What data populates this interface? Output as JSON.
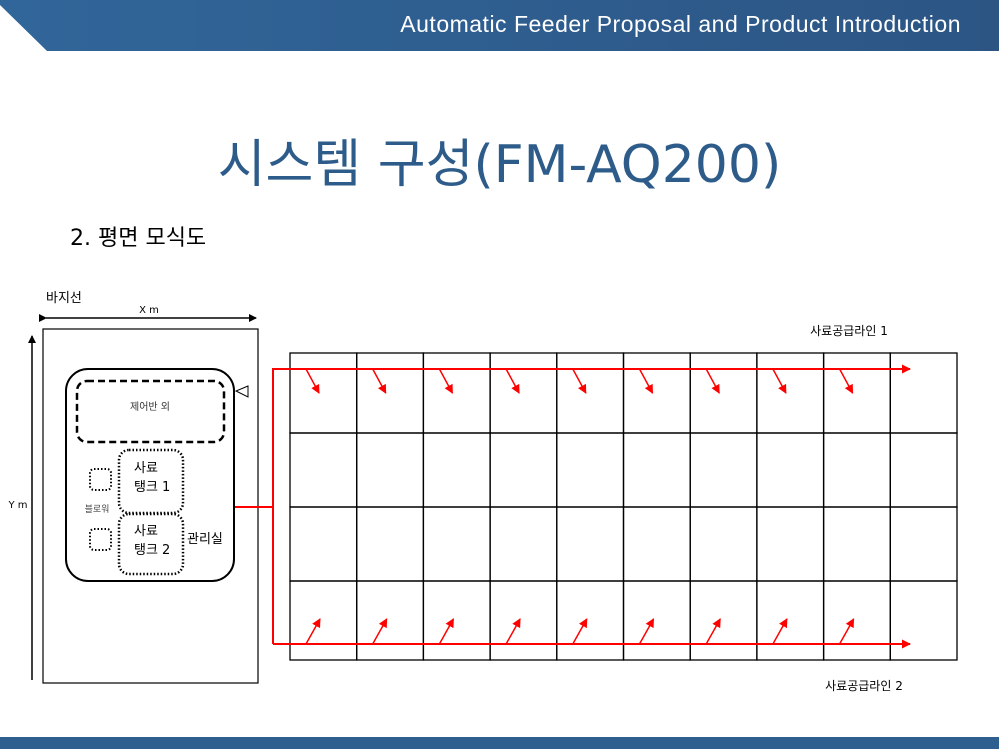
{
  "header": {
    "title": "Automatic Feeder Proposal and Product Introduction"
  },
  "slide": {
    "title": "시스템 구성(FM-AQ200)",
    "subtitle": "2. 평면 모식도"
  },
  "diagram": {
    "barge_line": "바지선",
    "x_label": "X m",
    "y_label": "Y m",
    "control_panel": "제어반 외",
    "blower": "블로워",
    "tank1": [
      "사료",
      "탱크 1"
    ],
    "tank2": [
      "사료",
      "탱크 2"
    ],
    "control_room": "관리실",
    "feed_line_1": "사료공급라인 1",
    "feed_line_2": "사료공급라인 2",
    "grid_columns": 10,
    "grid_rows": 4,
    "line_color": "#ff0000"
  }
}
